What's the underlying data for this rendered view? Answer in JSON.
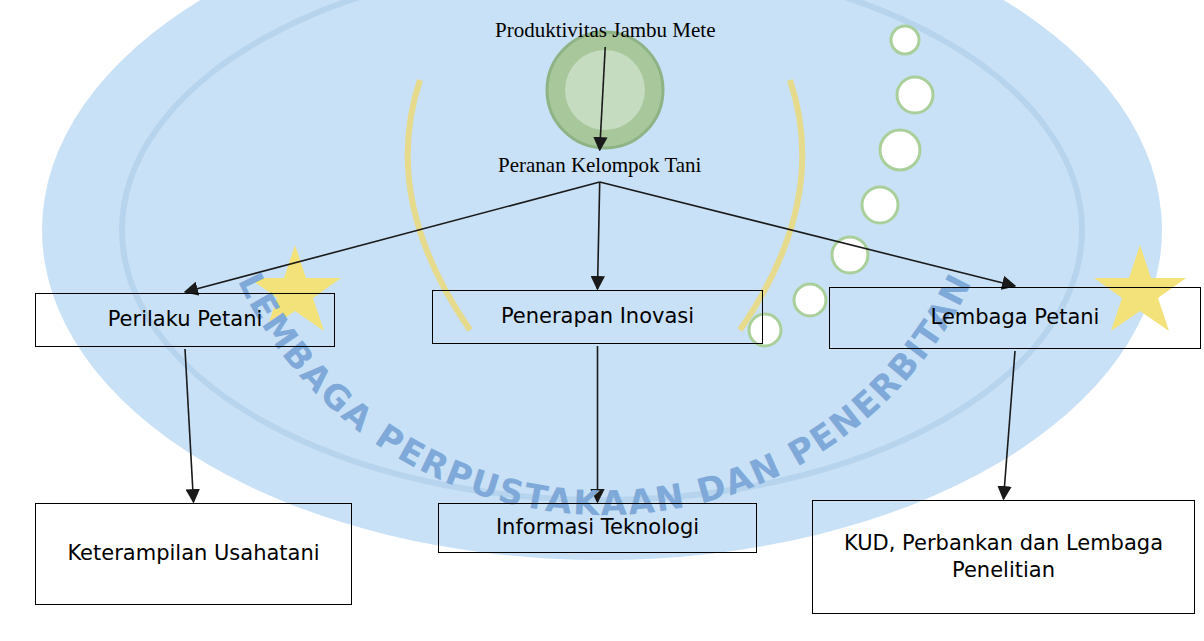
{
  "diagram": {
    "nodes": [
      {
        "text": [
          "Produktivitas Jambu Mete"
        ]
      },
      {
        "text": [
          "Peranan Kelompok Tani"
        ]
      },
      {
        "text": [
          "Perilaku Petani"
        ]
      },
      {
        "text": [
          "Penerapan Inovasi"
        ]
      },
      {
        "text": [
          "Lembaga Petani"
        ]
      },
      {
        "text": [
          "Keterampilan Usahatani"
        ]
      },
      {
        "text": [
          "Informasi Teknologi"
        ]
      },
      {
        "text": [
          "KUD, Perbankan dan Lembaga Penelitian"
        ]
      }
    ],
    "edges": [
      {
        "from": 0,
        "to": 1,
        "arrow": "to"
      },
      {
        "from": 1,
        "to": 2,
        "arrow": "to"
      },
      {
        "from": 1,
        "to": 3,
        "arrow": "to"
      },
      {
        "from": 1,
        "to": 4,
        "arrow": "to"
      },
      {
        "from": 2,
        "to": 5,
        "arrow": "to"
      },
      {
        "from": 3,
        "to": 6,
        "arrow": "to"
      },
      {
        "from": 4,
        "to": 7,
        "arrow": "to"
      }
    ],
    "labels": [
      "LEMBAGA PERPUSTAKAAN DAN PENERBITAN"
    ]
  }
}
